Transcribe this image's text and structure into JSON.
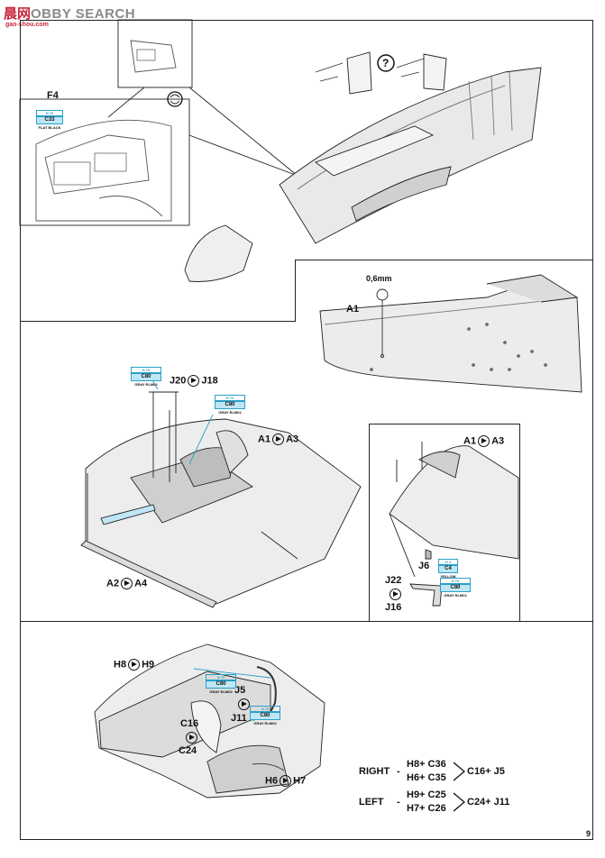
{
  "watermark": {
    "brand_a": "晨网",
    "brand_b": "OBBY SEARCH",
    "url": "gao-shou.com"
  },
  "page_number": "9",
  "panel1": {
    "part": "F4",
    "paint": {
      "top": "H 70",
      "code": "C33",
      "name": "FLAT BLACK"
    },
    "question_mark": "?"
  },
  "panel2": {
    "drill": "0,6mm",
    "part": "A1"
  },
  "panel3": {
    "j20": "J20",
    "j18": "J18",
    "a1": "A1",
    "a3": "A3",
    "a2": "A2",
    "a4": "A4",
    "paint1": {
      "top": "H 70",
      "code": "C80",
      "name": "GRAY RLM02"
    },
    "paint2": {
      "top": "H 70",
      "code": "C80",
      "name": "GRAY RLM02"
    }
  },
  "panel4": {
    "a1": "A1",
    "a3": "A3",
    "j6": "J6",
    "paint_yellow": {
      "top": "H 4",
      "code": "C4",
      "name": "YELLOW"
    },
    "j22": "J22",
    "j16": "J16",
    "paint_gray": {
      "top": "H 70",
      "code": "C80",
      "name": "GRAY RLM02"
    }
  },
  "panel5": {
    "h8": "H8",
    "h9": "H9",
    "j5": "J5",
    "j11": "J11",
    "c16": "C16",
    "c24": "C24",
    "h6": "H6",
    "h7": "H7",
    "paint1": {
      "top": "H 70",
      "code": "C80",
      "name": "GRAY RLM02"
    },
    "paint2": {
      "top": "H 70",
      "code": "C80",
      "name": "GRAY RLM02"
    },
    "right": {
      "label": "RIGHT",
      "line1": "H8+ C36",
      "line2": "H6+ C35",
      "result": "C16+ J5"
    },
    "left": {
      "label": "LEFT",
      "line1": "H9+ C25",
      "line2": "H7+ C26",
      "result": "C24+ J11"
    }
  }
}
